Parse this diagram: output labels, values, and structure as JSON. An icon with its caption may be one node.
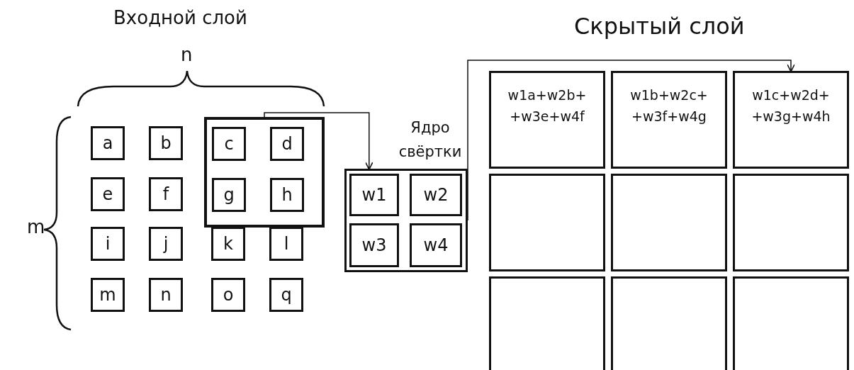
{
  "diagram": {
    "nodes": [
      {
        "text": [
          "a"
        ]
      },
      {
        "text": [
          "b"
        ]
      },
      {
        "text": [],
        "shape": "box"
      },
      {
        "text": [
          "c"
        ],
        "in": 2
      },
      {
        "text": [
          "d"
        ],
        "in": 2
      },
      {
        "text": [
          "e"
        ]
      },
      {
        "text": [
          "f"
        ]
      },
      {
        "text": [
          "g"
        ],
        "in": 2
      },
      {
        "text": [
          "h"
        ],
        "in": 2
      },
      {
        "text": [
          "i"
        ]
      },
      {
        "text": [
          "j"
        ]
      },
      {
        "text": [
          "k"
        ]
      },
      {
        "text": [
          "l"
        ]
      },
      {
        "text": [
          "m"
        ]
      },
      {
        "text": [
          "n"
        ]
      },
      {
        "text": [
          "o"
        ]
      },
      {
        "text": [
          "q"
        ]
      },
      {
        "text": [
          "Ядро свёртки"
        ]
      },
      {
        "text": [
          "w1"
        ],
        "in": 17
      },
      {
        "text": [
          "w2"
        ],
        "in": 17
      },
      {
        "text": [
          "w3"
        ],
        "in": 17
      },
      {
        "text": [
          "w4"
        ],
        "in": 17
      },
      {
        "text": [
          "w1a+w2b+ +w3e+w4f"
        ]
      },
      {
        "text": [
          "w1b+w2c+ +w3f+w4g"
        ]
      },
      {
        "text": [
          "w1c+w2d+ +w3g+w4h"
        ]
      },
      {
        "text": [],
        "shape": "box"
      },
      {
        "text": [],
        "shape": "box"
      },
      {
        "text": [],
        "shape": "box"
      },
      {
        "text": [],
        "shape": "box"
      },
      {
        "text": [],
        "shape": "box"
      },
      {
        "text": [],
        "shape": "box"
      }
    ],
    "edges": [
      {
        "from": 2,
        "to": 17,
        "arrow": "to"
      },
      {
        "from": 17,
        "to": 24,
        "arrow": "to"
      }
    ],
    "labels": [
      "Входной слой",
      "n",
      "Скрытый слой",
      "m"
    ]
  }
}
